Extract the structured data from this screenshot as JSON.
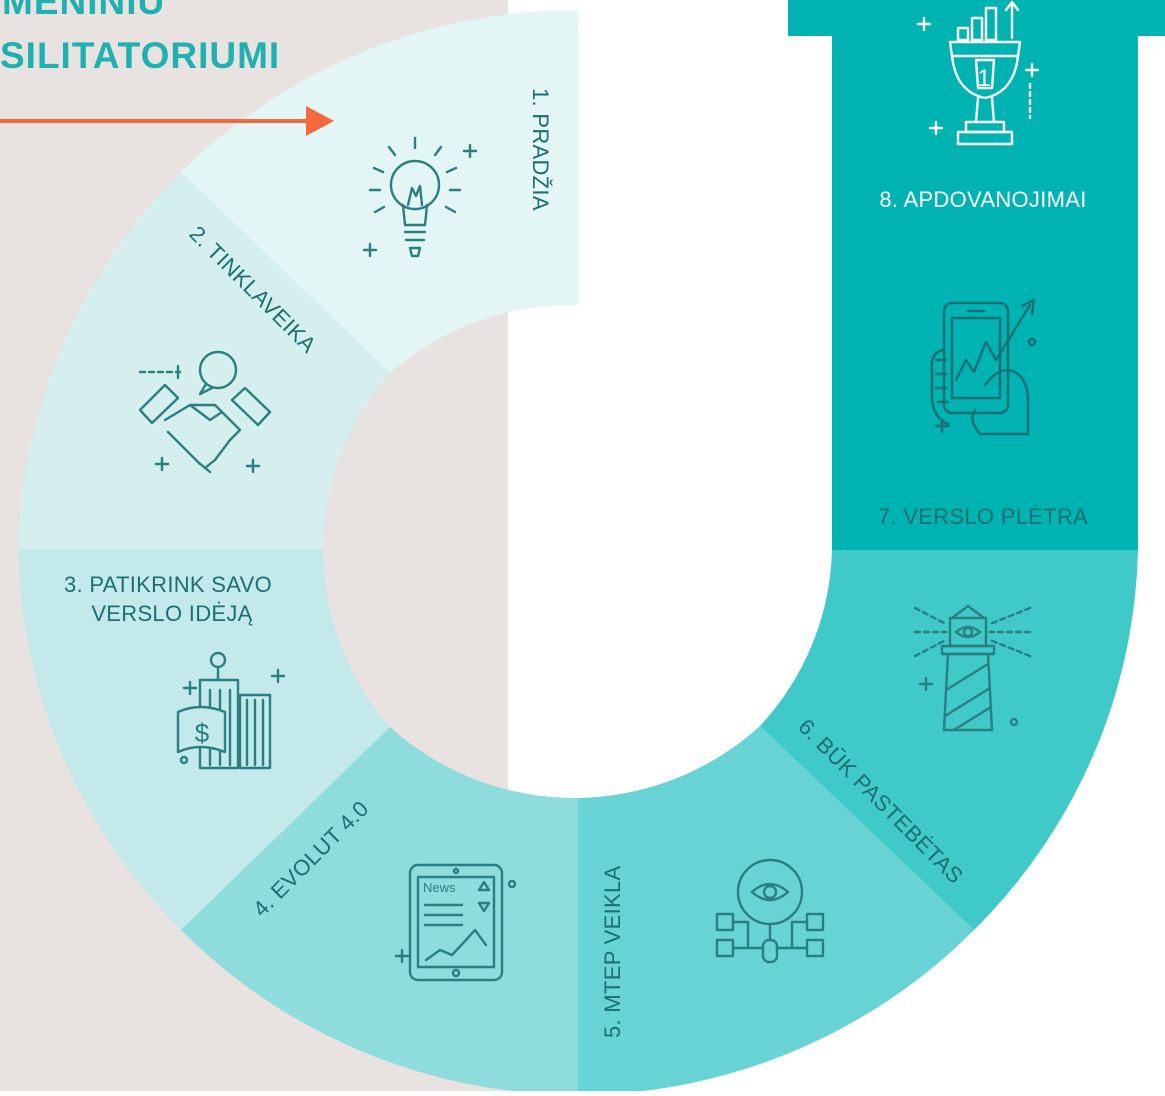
{
  "title": {
    "line1": "MENINIU",
    "line2": "SILITATORIUMI"
  },
  "steps": [
    {
      "label": "1. PRADŽIA",
      "icon": "lightbulb-icon"
    },
    {
      "label": "2. TINKLAVEIKA",
      "icon": "handshake-icon"
    },
    {
      "label_line1": "3. PATIKRINK SAVO",
      "label_line2": "VERSLO IDĖJĄ",
      "icon": "city-money-icon"
    },
    {
      "label": "4. EVOLUT 4.0",
      "icon": "news-tablet-icon",
      "icon_text": "News"
    },
    {
      "label": "5. MTEP VEIKLA",
      "icon": "eye-network-icon"
    },
    {
      "label": "6. BŪK PASTEBĖTAS",
      "icon": "lighthouse-icon"
    },
    {
      "label": "7. VERSLO PLĖTRA",
      "icon": "phone-growth-icon"
    },
    {
      "label": "8. APDOVANOJIMAI",
      "icon": "trophy-icon"
    }
  ],
  "colors": {
    "background_left": "#e8e2e0",
    "title_text": "#1fb1b1",
    "arrow": "#f26a3d",
    "step1": "#e3f5f5",
    "step2": "#d5efef",
    "step3": "#c3e9ea",
    "step4": "#8fdcdd",
    "step5": "#67d3d4",
    "step6": "#40c9c9",
    "step78": "#00b3b3",
    "label_text": "#1b6f72",
    "label_text_light": "#ffffff",
    "icon_stroke": "#2a7f82"
  }
}
